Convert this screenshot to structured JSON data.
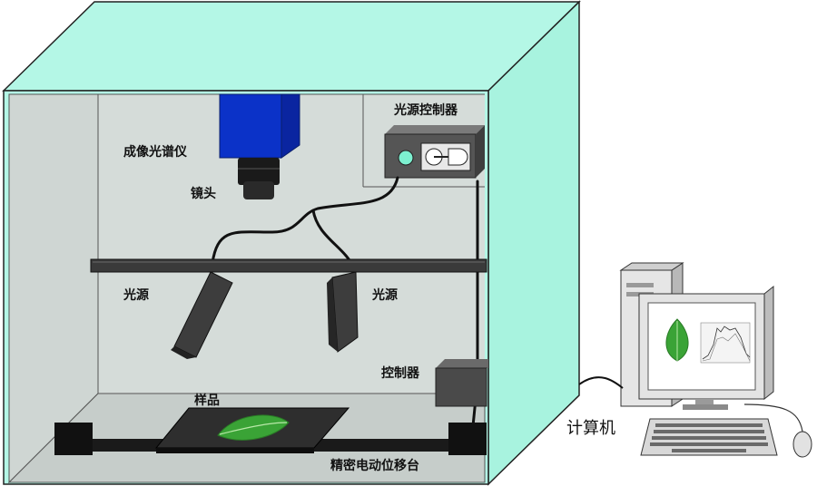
{
  "labels": {
    "hyperspectral_imager": "成像光谱仪",
    "lens": "镜头",
    "light_source_controller": "光源控制器",
    "light_source_left": "光源",
    "light_source_right": "光源",
    "controller": "控制器",
    "sample": "样品",
    "precision_stage": "精密电动位移台",
    "computer": "计算机"
  },
  "colors": {
    "chamber_front": "#c9e3dc",
    "chamber_top": "#b4f7e6",
    "chamber_side": "#a8f3df",
    "chamber_back": "#d5dcd9",
    "spectrometer": "#0b32c8",
    "leaf": "#3aa336"
  }
}
